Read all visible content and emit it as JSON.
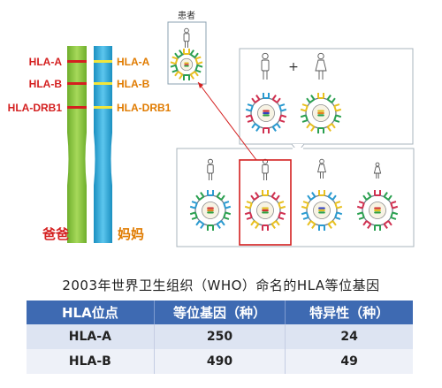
{
  "chromosome_labels": {
    "father_loci": [
      "HLA-A",
      "HLA-B",
      "HLA-DRB1"
    ],
    "mother_loci": [
      "HLA-A",
      "HLA-B",
      "HLA-DRB1"
    ],
    "father": "爸爸",
    "mother": "妈妈"
  },
  "patient_label": "患者",
  "plus_sign": "+",
  "caption": "2003年世界卫生组织（WHO）命名的HLA等位基因",
  "table": {
    "headers": [
      "HLA位点",
      "等位基因（种）",
      "特异性（种）"
    ],
    "rows": [
      [
        "HLA-A",
        "250",
        "24"
      ],
      [
        "HLA-B",
        "490",
        "49"
      ]
    ]
  },
  "colors": {
    "father_locus_label": "#d42020",
    "mother_locus_label": "#e07b00",
    "father_chromosome": "#8cc63f",
    "mother_chromosome": "#29a8d8",
    "father_name": "#d42020",
    "mother_name": "#e07b00",
    "highlight_box": "#d42020",
    "table_header": "#3e6ab2"
  }
}
